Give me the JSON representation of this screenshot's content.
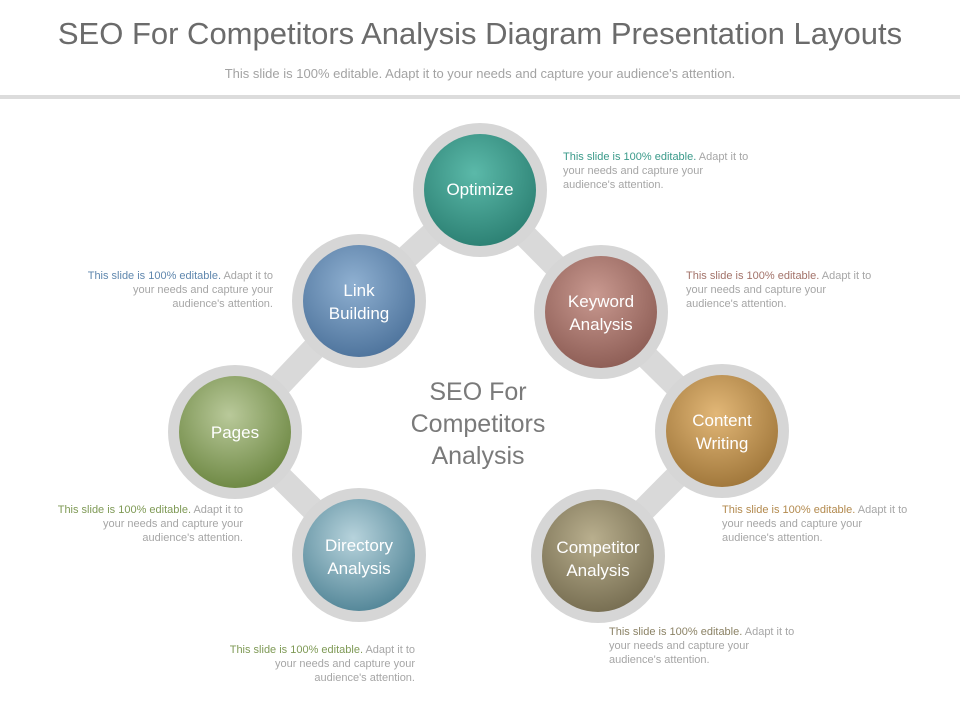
{
  "header": {
    "title": "SEO For Competitors Analysis Diagram Presentation Layouts",
    "subtitle": "This slide is 100% editable. Adapt it to your needs and capture your audience's attention."
  },
  "center": {
    "text": "SEO For\nCompetitors\nAnalysis"
  },
  "colors": {
    "connector": "#d9d9d9",
    "ring": "#d6d6d6",
    "optimize": "#3a9a8a",
    "link_building": "#5f87ae",
    "keyword_analysis": "#a3736a",
    "pages": "#7f9a56",
    "content_writing": "#b38a4e",
    "directory_analysis": "#6e9cae",
    "competitor_analysis": "#8b8265"
  },
  "nodes": [
    {
      "id": "optimize",
      "label": "Optimize"
    },
    {
      "id": "link-building",
      "label": "Link\nBuilding"
    },
    {
      "id": "keyword-analysis",
      "label": "Keyword\nAnalysis"
    },
    {
      "id": "pages",
      "label": "Pages"
    },
    {
      "id": "content-writing",
      "label": "Content\nWriting"
    },
    {
      "id": "directory-analysis",
      "label": "Directory\nAnalysis"
    },
    {
      "id": "competitor-analysis",
      "label": "Competitor\nAnalysis"
    }
  ],
  "notes": [
    {
      "lead": "This slide is 100% editable.",
      "rest": " Adapt it to your needs and capture your audience's attention."
    },
    {
      "lead": "This slide is 100% editable.",
      "rest": " Adapt it to your needs and capture your audience's attention."
    },
    {
      "lead": "This slide is 100% editable.",
      "rest": " Adapt it to your needs and capture your audience's attention."
    },
    {
      "lead": "This slide is 100% editable.",
      "rest": " Adapt it to your needs and capture your audience's attention."
    },
    {
      "lead": "This slide is 100% editable.",
      "rest": " Adapt it to your needs and capture your audience's attention."
    },
    {
      "lead": "This slide is 100% editable.",
      "rest": " Adapt it to your needs and capture your audience's attention."
    },
    {
      "lead": "This slide is 100% editable.",
      "rest": " Adapt it to your needs and capture your audience's attention."
    }
  ]
}
